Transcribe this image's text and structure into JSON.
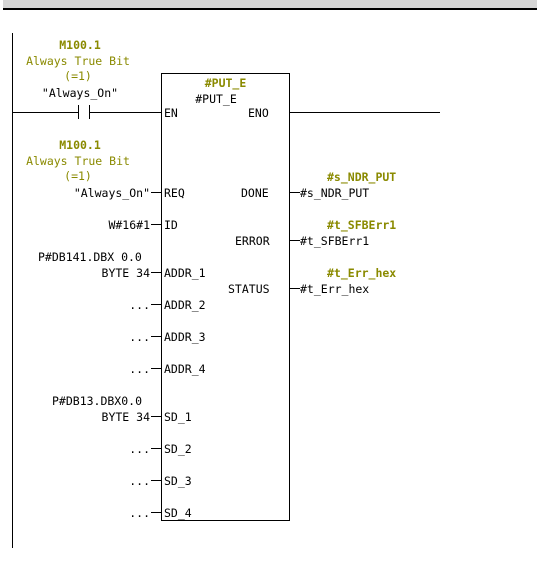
{
  "contact1": {
    "address": "M100.1",
    "comment1": "Always True Bit",
    "comment2": "(=1)",
    "symbol": "\"Always_On\""
  },
  "block": {
    "instance": "#PUT_E",
    "type": "#PUT_E",
    "en": "EN",
    "eno": "ENO",
    "inputs": {
      "req": "REQ",
      "id": "ID",
      "addr_1": "ADDR_1",
      "addr_2": "ADDR_2",
      "addr_3": "ADDR_3",
      "addr_4": "ADDR_4",
      "sd_1": "SD_1",
      "sd_2": "SD_2",
      "sd_3": "SD_3",
      "sd_4": "SD_4"
    },
    "outputs": {
      "done": "DONE",
      "error": "ERROR",
      "status": "STATUS"
    }
  },
  "req_operand": {
    "address": "M100.1",
    "comment1": "Always True Bit",
    "comment2": "(=1)",
    "symbol": "\"Always_On\""
  },
  "id_operand": "W#16#1",
  "addr1_operand": {
    "line1": "P#DB141.DBX 0.0",
    "line2": "BYTE 34"
  },
  "empty_operand": "...",
  "sd1_operand": {
    "line1": "P#DB13.DBX0.0",
    "line2": "BYTE 34"
  },
  "done_operand": {
    "label": "#s_NDR_PUT",
    "value": "#s_NDR_PUT"
  },
  "error_operand": {
    "label": "#t_SFBErr1",
    "value": "#t_SFBErr1"
  },
  "status_operand": {
    "label": "#t_Err_hex",
    "value": "#t_Err_hex"
  },
  "colors": {
    "comment": "#8a8a00",
    "wire": "#000000",
    "header": "#d6d6d6"
  }
}
